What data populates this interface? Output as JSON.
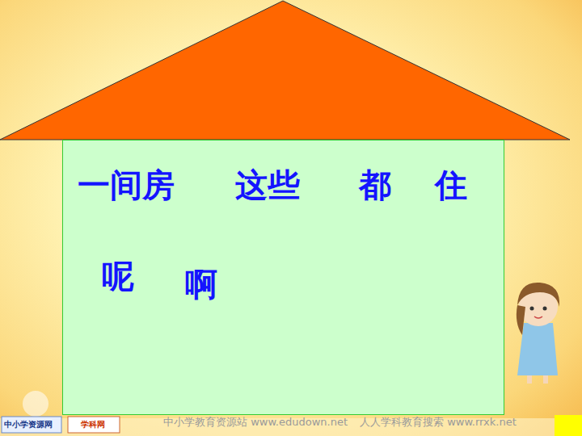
{
  "diagram": {
    "nodes": [
      {
        "text": [
          "一间房",
          "这些",
          "都",
          "住",
          "呢",
          "啊"
        ]
      }
    ],
    "labels": [
      "中小学教育资源站 www.edudown.net",
      "人人学科教育搜索 www.rrxk.net",
      "中小学资源网",
      "学科网"
    ]
  }
}
